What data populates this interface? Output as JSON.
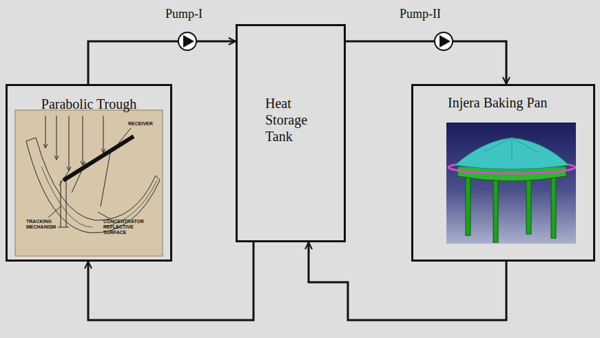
{
  "diagram": {
    "nodes": [
      {
        "text": [
          "Parabolic Trough"
        ]
      },
      {
        "text": [
          "Heat Storage Tank"
        ]
      },
      {
        "text": [
          "Injera Baking Pan"
        ]
      }
    ],
    "edges": [
      {
        "from": 0,
        "to": 1,
        "arrow": "to"
      },
      {
        "from": 1,
        "to": 2,
        "arrow": "to"
      },
      {
        "from": 2,
        "to": 1,
        "arrow": "to"
      },
      {
        "from": 1,
        "to": 0,
        "arrow": "to"
      }
    ],
    "labels": [
      "Pump-I",
      "Pump-II",
      "RECEIVER",
      "TRACKING MECHANISM",
      "CONCENTRATOR REFLECTIVE SURFACE"
    ]
  }
}
